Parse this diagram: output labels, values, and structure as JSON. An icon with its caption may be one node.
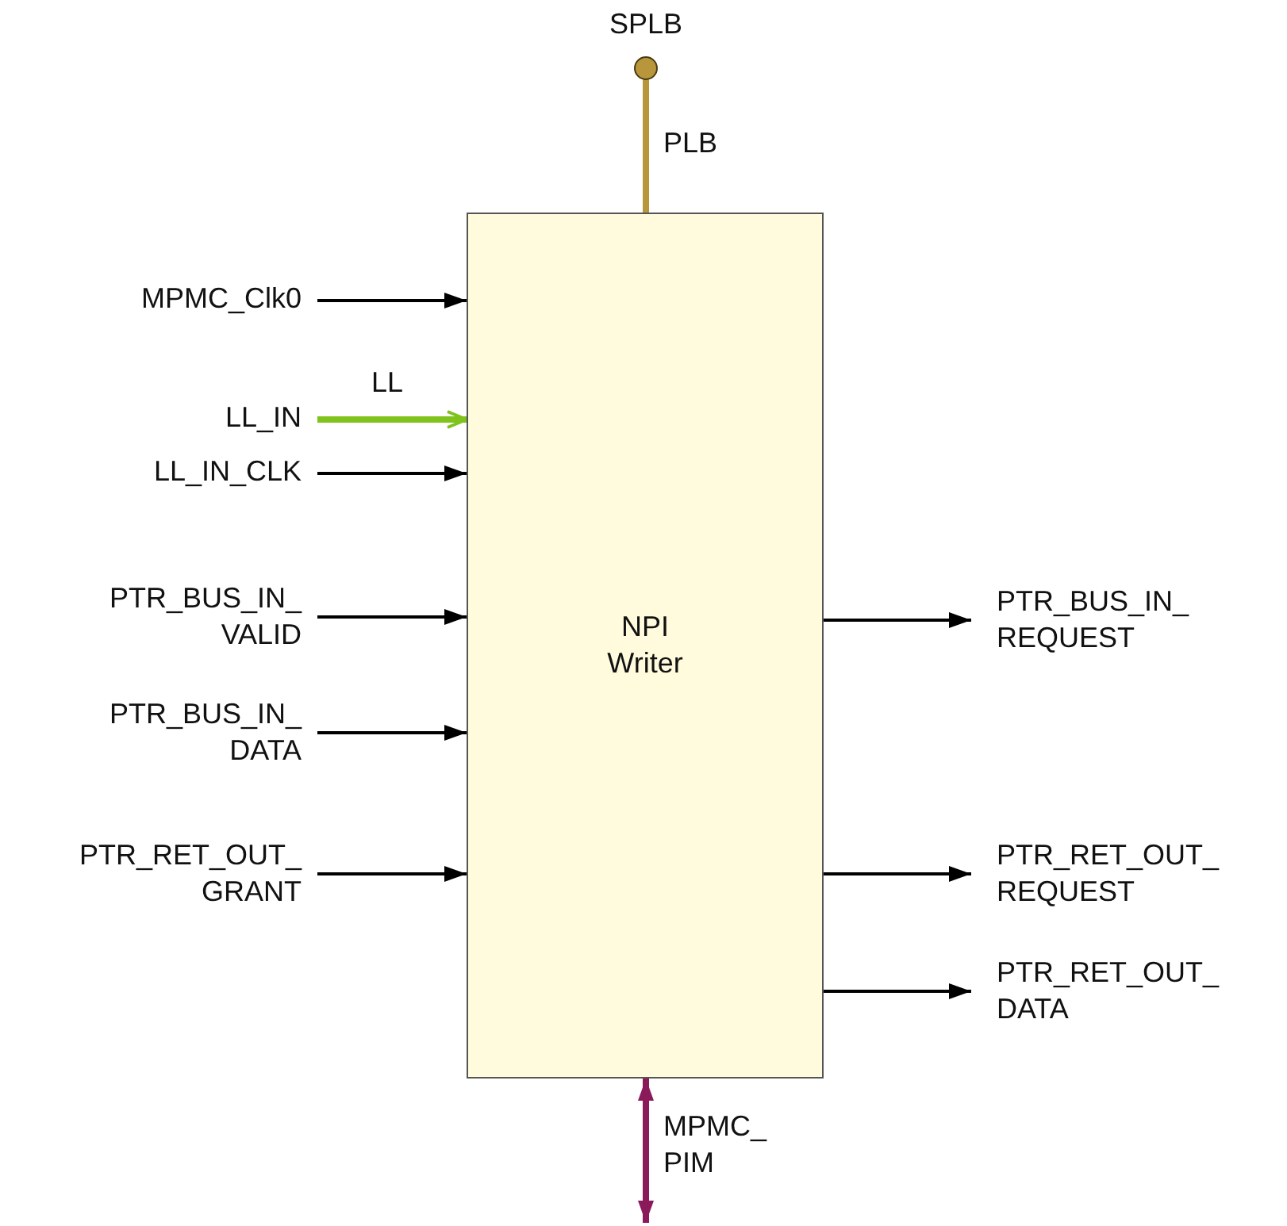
{
  "diagram": {
    "nodes": [
      {
        "text": [
          "NPI Writer"
        ]
      },
      {
        "text": [
          "SPLB"
        ]
      },
      {
        "text": [
          "MPMC_Clk0"
        ]
      },
      {
        "text": [
          "LL_IN"
        ]
      },
      {
        "text": [
          "LL_IN_CLK"
        ]
      },
      {
        "text": [
          "PTR_BUS_IN_ VALID"
        ]
      },
      {
        "text": [
          "PTR_BUS_IN_ DATA"
        ]
      },
      {
        "text": [
          "PTR_RET_OUT_ GRANT"
        ]
      },
      {
        "text": [
          "PTR_BUS_IN_ REQUEST"
        ]
      },
      {
        "text": [
          "PTR_RET_OUT_ REQUEST"
        ]
      },
      {
        "text": [
          "PTR_RET_OUT_ DATA"
        ]
      }
    ],
    "edges": [
      {
        "from": 1,
        "to": 0,
        "arrow": "other",
        "label": "PLB",
        "style": "thick",
        "color": "#b8963c"
      },
      {
        "from": 2,
        "to": 0,
        "arrow": "to"
      },
      {
        "from": 3,
        "to": 0,
        "arrow": "to",
        "label": "LL",
        "style": "thick",
        "color": "#7fc31c"
      },
      {
        "from": 4,
        "to": 0,
        "arrow": "to"
      },
      {
        "from": 5,
        "to": 0,
        "arrow": "to"
      },
      {
        "from": 6,
        "to": 0,
        "arrow": "to"
      },
      {
        "from": 7,
        "to": 0,
        "arrow": "to"
      },
      {
        "from": 0,
        "to": 8,
        "arrow": "to"
      },
      {
        "from": 0,
        "to": 9,
        "arrow": "to"
      },
      {
        "from": 0,
        "to": 10,
        "arrow": "to"
      },
      {
        "from": 0,
        "to": null,
        "arrow": "both",
        "label": "MPMC_ PIM",
        "style": "thick",
        "color": "#8b1a5a"
      }
    ]
  }
}
